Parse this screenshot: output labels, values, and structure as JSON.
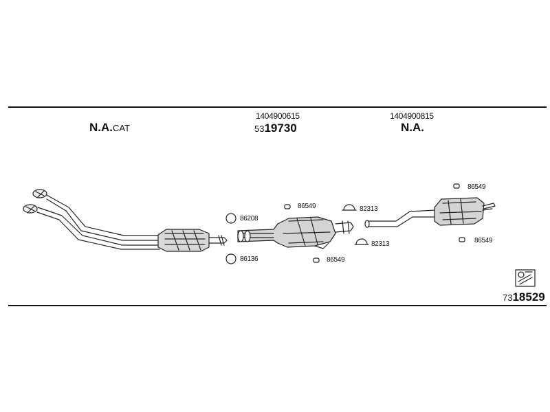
{
  "header": {
    "left_label_main": "N.A.",
    "left_label_suffix": "CAT",
    "center_part_number": "1404900615",
    "center_code_prefix": "53",
    "center_code_main": "19730",
    "right_part_number": "1404900815",
    "right_label": "N.A."
  },
  "parts": {
    "p1": "86208",
    "p2": "86136",
    "p3": "86549",
    "p4": "86549",
    "p5": "82313",
    "p6": "82313",
    "p7": "86549",
    "p8": "86549"
  },
  "footer": {
    "code_prefix": "73",
    "code_main": "18529"
  }
}
